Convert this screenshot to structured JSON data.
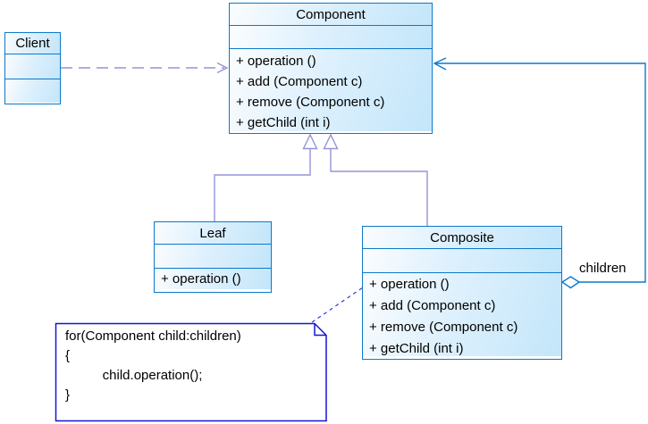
{
  "colors": {
    "class_border": "#0b79ca",
    "class_fill_light": "#fbfdff",
    "class_fill_dark": "#c3e6fa",
    "generalization_line": "#9393da",
    "dependency_line": "#9393da",
    "aggregation_line": "#0b79ca",
    "note_border": "#1515d2",
    "note_link_line": "#2a3fd4",
    "text": "#000000"
  },
  "classes": {
    "client": {
      "title": "Client"
    },
    "component": {
      "title": "Component",
      "methods": [
        "+ operation ()",
        "+ add (Component c)",
        "+ remove (Component c)",
        "+ getChild (int i)"
      ]
    },
    "leaf": {
      "title": "Leaf",
      "methods": [
        "+ operation ()"
      ]
    },
    "composite": {
      "title": "Composite",
      "methods": [
        "+ operation ()",
        "+ add (Component c)",
        "+ remove (Component c)",
        "+ getChild (int i)"
      ]
    }
  },
  "labels": {
    "children": "children"
  },
  "note": {
    "lines": [
      "for(Component child:children)",
      "{",
      "          child.operation();",
      "}"
    ]
  }
}
